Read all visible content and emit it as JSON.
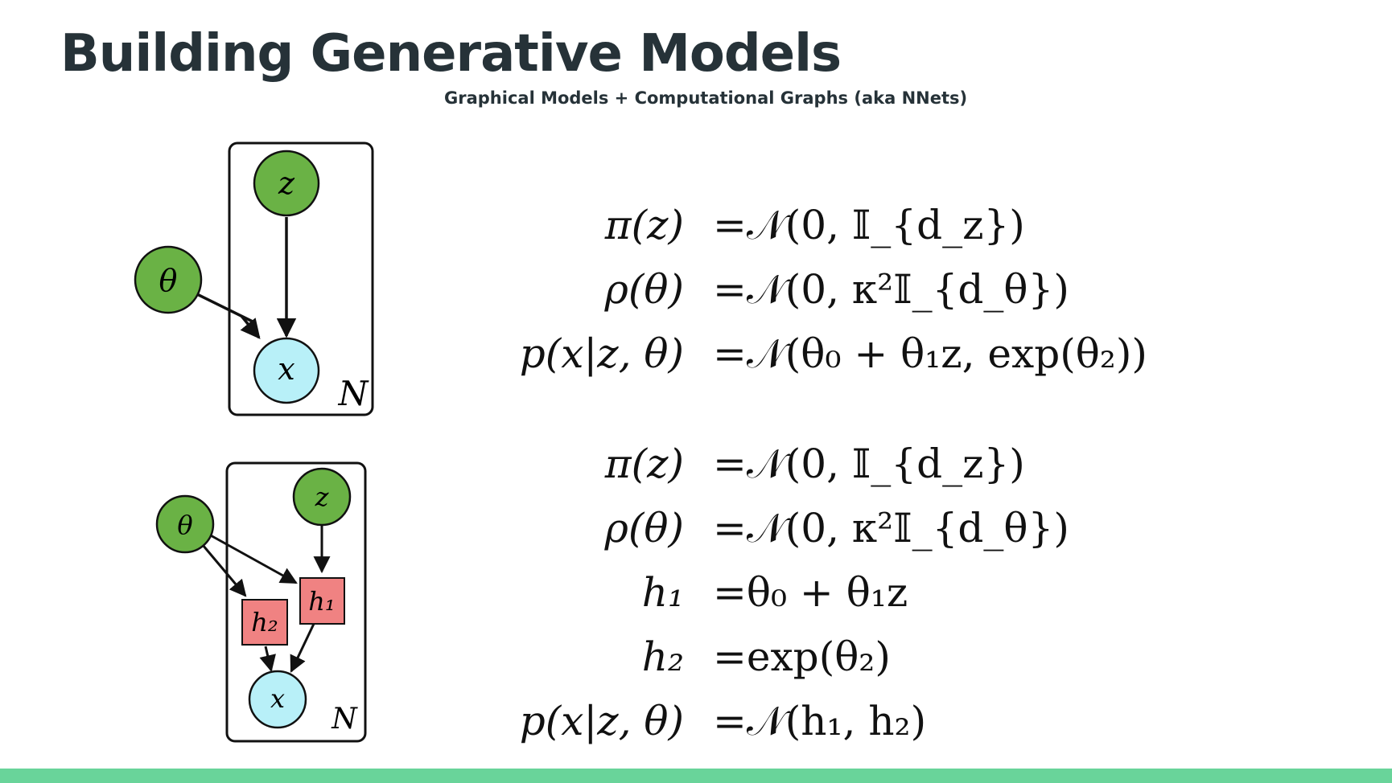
{
  "slide": {
    "title": "Building Generative Models",
    "subtitle": "Graphical Models + Computational Graphs (aka NNets)",
    "accent_color": "#69d49a",
    "title_color": "#263238"
  },
  "diagram1": {
    "nodes": {
      "z": "z",
      "theta": "θ",
      "x": "x"
    },
    "plate_label": "N",
    "colors": {
      "latent": "#6ab245",
      "observed": "#b8f0f8"
    }
  },
  "diagram2": {
    "nodes": {
      "z": "z",
      "theta": "θ",
      "x": "x",
      "h1": "h₁",
      "h2": "h₂"
    },
    "plate_label": "N",
    "colors": {
      "latent": "#6ab245",
      "observed": "#b8f0f8",
      "deterministic": "#f08282"
    }
  },
  "equations1": [
    {
      "lhs": "π(z)",
      "rhs": "=𝒩(0, 𝕀_{d_z})"
    },
    {
      "lhs": "ρ(θ)",
      "rhs": "=𝒩(0, κ²𝕀_{d_θ})"
    },
    {
      "lhs": "p(x|z, θ)",
      "rhs": "=𝒩(θ₀ + θ₁z, exp(θ₂))"
    }
  ],
  "equations2": [
    {
      "lhs": "π(z)",
      "rhs": "=𝒩(0, 𝕀_{d_z})"
    },
    {
      "lhs": "ρ(θ)",
      "rhs": "=𝒩(0, κ²𝕀_{d_θ})"
    },
    {
      "lhs": "h₁",
      "rhs": "=θ₀ + θ₁z"
    },
    {
      "lhs": "h₂",
      "rhs": "=exp(θ₂)"
    },
    {
      "lhs": "p(x|z, θ)",
      "rhs": "=𝒩(h₁, h₂)"
    }
  ]
}
